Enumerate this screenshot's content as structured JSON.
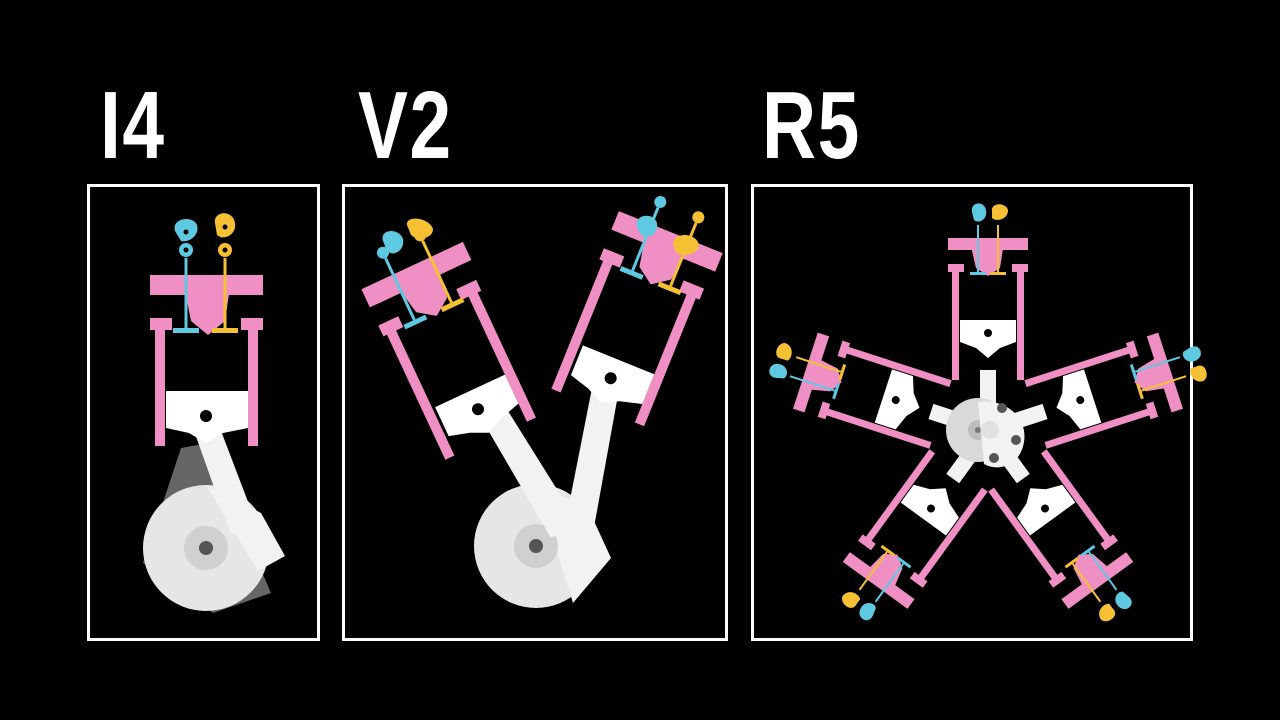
{
  "engines": [
    {
      "key": "i4",
      "title": "I4"
    },
    {
      "key": "v2",
      "title": "V2"
    },
    {
      "key": "r5",
      "title": "R5"
    }
  ],
  "colors": {
    "background": "#000000",
    "frame": "#ffffff",
    "cylinder": "#f08fc4",
    "intake_valve": "#5ec9e0",
    "exhaust_valve": "#f5c033",
    "piston": "#ffffff",
    "rod": "#f2f2f2",
    "crank": "#e6e6e6",
    "crank_shadow": "#666666"
  }
}
